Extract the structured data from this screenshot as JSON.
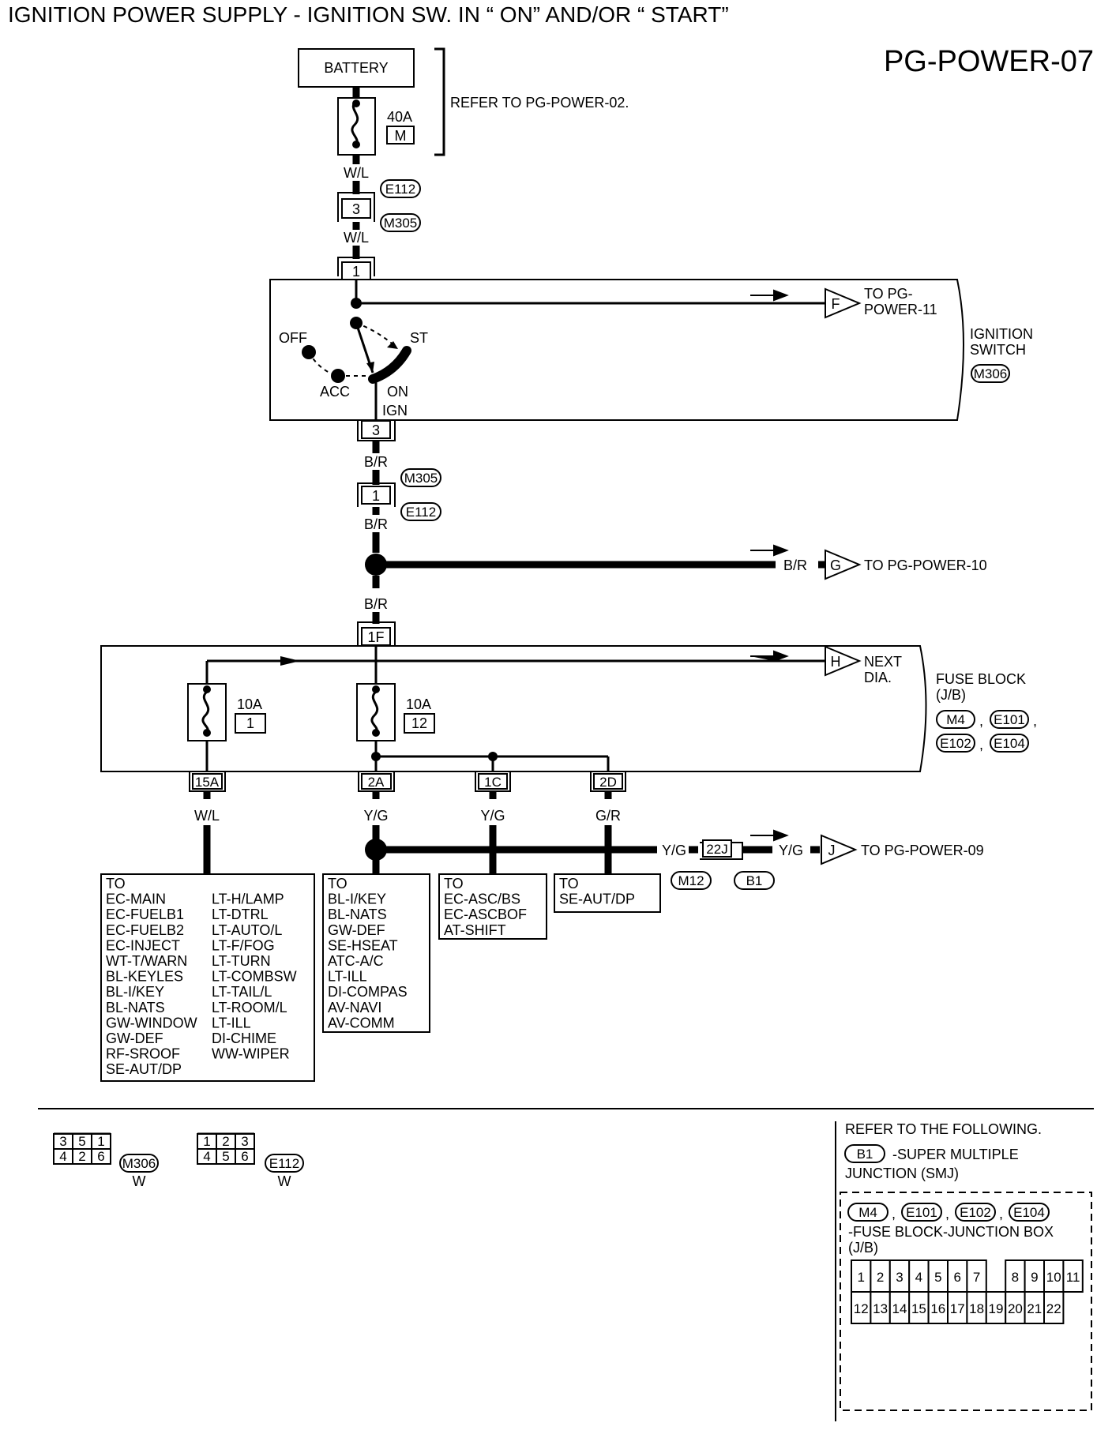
{
  "title": "IGNITION POWER SUPPLY - IGNITION SW. IN “ ON”  AND/OR “ START”",
  "page_code": "PG-POWER-07",
  "battery": {
    "label": "BATTERY",
    "fuse_rating": "40A",
    "fuse_id": "M",
    "refer_note": "REFER TO PG-POWER-02."
  },
  "wires": {
    "w1": "W/L",
    "w2": "W/L",
    "w3": "B/R",
    "w4": "B/R",
    "w5": "B/R",
    "w6": "B/R",
    "w7": "W/L",
    "w8": "Y/G",
    "w9": "Y/G",
    "w10": "G/R",
    "w11": "Y/G",
    "w12": "Y/G"
  },
  "connectors": {
    "c1": {
      "pin": "3",
      "tag_top": "E112",
      "tag_bottom": "M305"
    },
    "c2": {
      "pin": "1"
    },
    "c3": {
      "pin": "3"
    },
    "c4": {
      "pin": "1",
      "tag_top": "M305",
      "tag_bottom": "E112"
    },
    "c5": {
      "pin": "1F"
    },
    "c6": {
      "pin": "15A"
    },
    "c7": {
      "pin": "2A"
    },
    "c8": {
      "pin": "1C"
    },
    "c9": {
      "pin": "2D"
    },
    "c10": {
      "pin": "22J",
      "tag_left": "M12",
      "tag_right": "B1"
    }
  },
  "ignition_switch": {
    "label_1": "IGNITION",
    "label_2": "SWITCH",
    "connector": "M306",
    "pos_off": "OFF",
    "pos_acc": "ACC",
    "pos_on": "ON",
    "pos_st": "ST",
    "ign": "IGN"
  },
  "offpage": {
    "F": {
      "letter": "F",
      "text_1": "TO PG-",
      "text_2": "POWER-11"
    },
    "G": {
      "letter": "G",
      "wire": "B/R",
      "text": "TO PG-POWER-10"
    },
    "H": {
      "letter": "H",
      "text_1": "NEXT",
      "text_2": "DIA."
    },
    "J": {
      "letter": "J",
      "text": "TO PG-POWER-09"
    }
  },
  "fuse_block": {
    "label_1": "FUSE BLOCK",
    "label_2": "(J/B)",
    "connectors": [
      "M4",
      "E101",
      "E102",
      "E104"
    ],
    "separator": ",",
    "fuse_a": {
      "rating": "10A",
      "id": "1"
    },
    "fuse_b": {
      "rating": "10A",
      "id": "12"
    }
  },
  "destinations": {
    "list_a_col1": [
      "TO",
      "EC-MAIN",
      "EC-FUELB1",
      "EC-FUELB2",
      "EC-INJECT",
      "WT-T/WARN",
      "BL-KEYLES",
      "BL-I/KEY",
      "BL-NATS",
      "GW-WINDOW",
      "GW-DEF",
      "RF-SROOF",
      "SE-AUT/DP"
    ],
    "list_a_col2": [
      "LT-H/LAMP",
      "LT-DTRL",
      "LT-AUTO/L",
      "LT-F/FOG",
      "LT-TURN",
      "LT-COMBSW",
      "LT-TAIL/L",
      "LT-ROOM/L",
      "LT-ILL",
      "DI-CHIME",
      "WW-WIPER"
    ],
    "list_b": [
      "TO",
      "BL-I/KEY",
      "BL-NATS",
      "GW-DEF",
      "SE-HSEAT",
      "ATC-A/C",
      "LT-ILL",
      "DI-COMPAS",
      "AV-NAVI",
      "AV-COMM"
    ],
    "list_c": [
      "TO",
      "EC-ASC/BS",
      "EC-ASCBOF",
      "AT-SHIFT"
    ],
    "list_d": [
      "TO",
      "SE-AUT/DP"
    ]
  },
  "connector_views": {
    "m306": {
      "row1": [
        "3",
        "5",
        "1"
      ],
      "row2": [
        "4",
        "2",
        "6"
      ],
      "tag": "M306",
      "color": "W"
    },
    "e112": {
      "row1": [
        "1",
        "2",
        "3"
      ],
      "row2": [
        "4",
        "5",
        "6"
      ],
      "tag": "E112",
      "color": "W"
    }
  },
  "refer_panel": {
    "heading": "REFER TO THE FOLLOWING.",
    "smj_tag": "B1",
    "smj_text_1": "-SUPER MULTIPLE",
    "smj_text_2": "JUNCTION (SMJ)",
    "jb_tags": [
      "M4",
      "E101",
      "E102",
      "E104"
    ],
    "jb_text_1": "-FUSE BLOCK-JUNCTION BOX",
    "jb_text_2": "(J/B)",
    "jb_row1": [
      "1",
      "2",
      "3",
      "4",
      "5",
      "6",
      "7",
      "",
      "8",
      "9",
      "10",
      "11"
    ],
    "jb_row2": [
      "12",
      "13",
      "14",
      "15",
      "16",
      "17",
      "18",
      "19",
      "20",
      "21",
      "22",
      ""
    ]
  }
}
